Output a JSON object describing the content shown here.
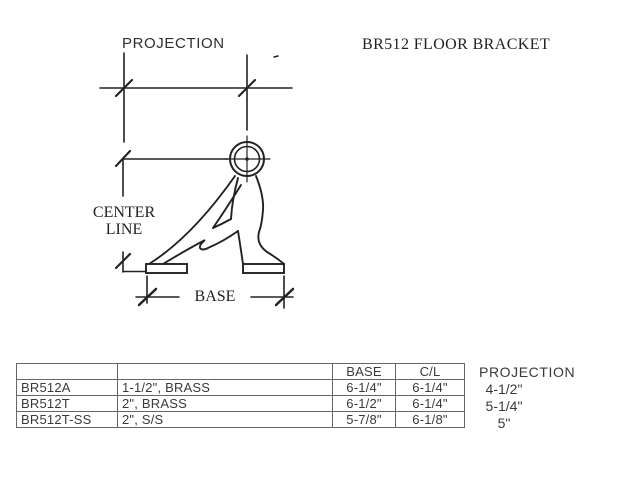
{
  "title": "BR512 FLOOR BRACKET",
  "colors": {
    "background": "#ffffff",
    "line_ink": "#222222",
    "table_border": "#666666",
    "text": "#3a3a3a"
  },
  "drawing": {
    "projection_label": "PROJECTION",
    "center_line_label": "CENTER LINE",
    "base_label": "BASE"
  },
  "table": {
    "headers": {
      "model": "",
      "size": "",
      "base": "BASE",
      "cl": "C/L"
    },
    "rows": [
      {
        "model": "BR512A",
        "size": "1-1/2\", BRASS",
        "base": "6-1/4\"",
        "cl": "6-1/4\""
      },
      {
        "model": "BR512T",
        "size": "2\", BRASS",
        "base": "6-1/2\"",
        "cl": "6-1/4\""
      },
      {
        "model": "BR512T-SS",
        "size": "2\", S/S",
        "base": "5-7/8\"",
        "cl": "6-1/8\""
      }
    ]
  },
  "projection_column": {
    "header": "PROJECTION",
    "values": [
      "4-1/2\"",
      "5-1/4\"",
      "5\""
    ]
  }
}
